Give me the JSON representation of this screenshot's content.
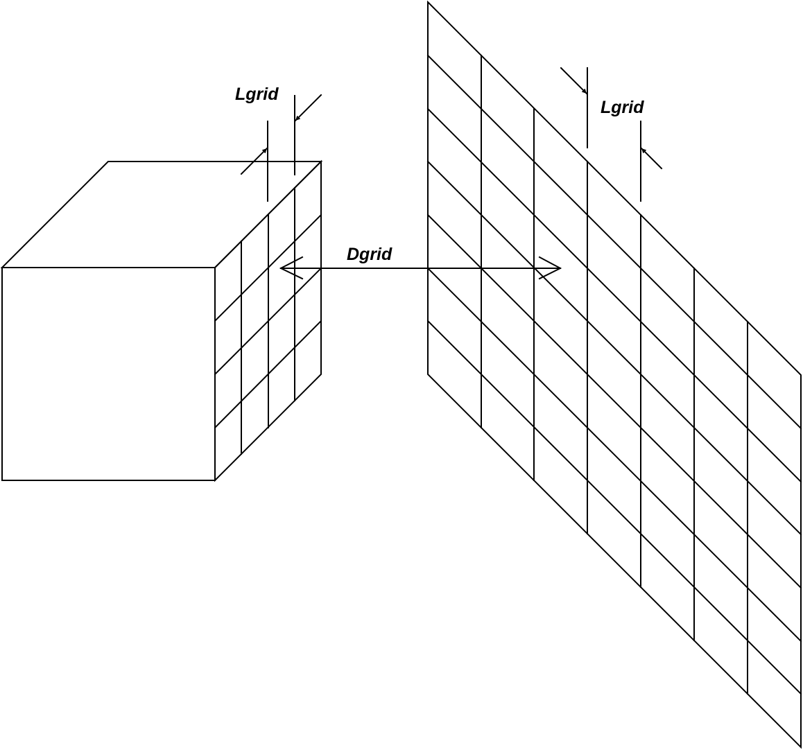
{
  "labels": {
    "lgrid_left": "Lgrid",
    "lgrid_right": "Lgrid",
    "dgrid": "Dgrid"
  },
  "colors": {
    "stroke": "#000000",
    "background": "#ffffff"
  }
}
